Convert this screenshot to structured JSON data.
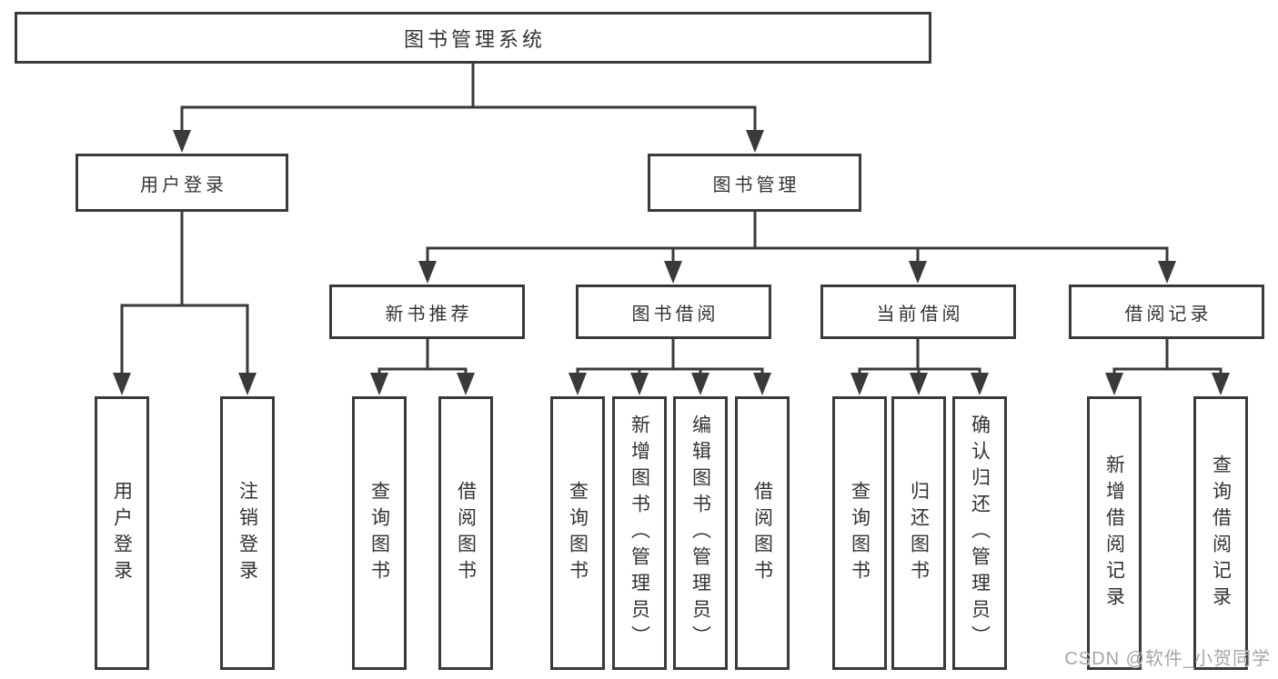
{
  "tree": {
    "label": "图书管理系统",
    "children": [
      {
        "label": "用户登录",
        "children": [
          {
            "label": "用户登录"
          },
          {
            "label": "注销登录"
          }
        ]
      },
      {
        "label": "图书管理",
        "children": [
          {
            "label": "新书推荐",
            "children": [
              {
                "label": "查询图书"
              },
              {
                "label": "借阅图书"
              }
            ]
          },
          {
            "label": "图书借阅",
            "children": [
              {
                "label": "查询图书"
              },
              {
                "label": "新增图书（管理员）"
              },
              {
                "label": "编辑图书（管理员）"
              },
              {
                "label": "借阅图书"
              }
            ]
          },
          {
            "label": "当前借阅",
            "children": [
              {
                "label": "查询图书"
              },
              {
                "label": "归还图书"
              },
              {
                "label": "确认归还（管理员）"
              }
            ]
          },
          {
            "label": "借阅记录",
            "children": [
              {
                "label": "新增借阅记录"
              },
              {
                "label": "查询借阅记录"
              }
            ]
          }
        ]
      }
    ]
  },
  "watermark": "CSDN @软件_小贺同学",
  "colors": {
    "line": "#3a3a3a",
    "box_border": "#3a3a3a",
    "box_background": "#ffffff",
    "text": "#333333",
    "watermark": "#9e9e9e",
    "background": "#ffffff"
  }
}
